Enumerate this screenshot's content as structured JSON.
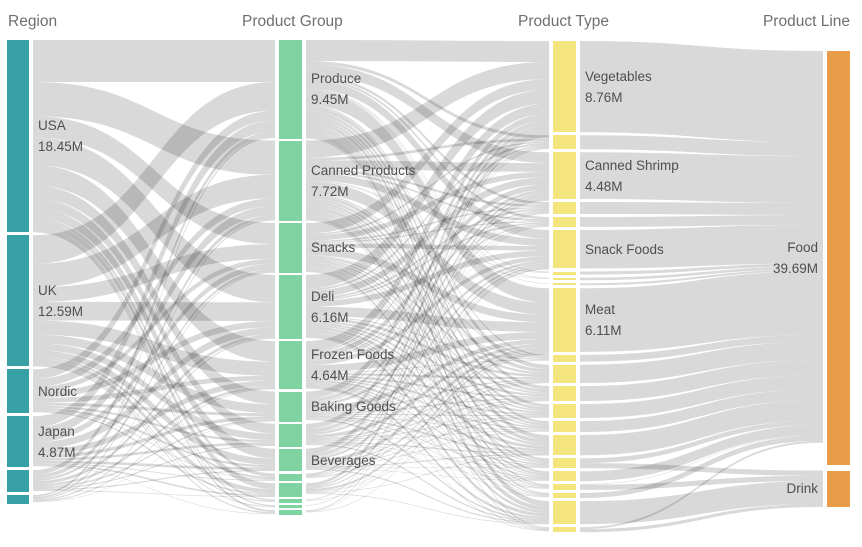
{
  "chart_data": {
    "type": "sankey",
    "unit": "M",
    "columns": [
      {
        "title": "Region",
        "nodes": [
          {
            "label": "USA",
            "value": 18.45,
            "value_label": "18.45M"
          },
          {
            "label": "UK",
            "value": 12.59,
            "value_label": "12.59M"
          },
          {
            "label": "Nordic",
            "value": 4.21
          },
          {
            "label": "Japan",
            "value": 4.87,
            "value_label": "4.87M"
          },
          {
            "label": "",
            "value": 2.1
          },
          {
            "label": "",
            "value": 0.85
          }
        ]
      },
      {
        "title": "Product Group",
        "nodes": [
          {
            "label": "Produce",
            "value": 9.45,
            "value_label": "9.45M"
          },
          {
            "label": "Canned Products",
            "value": 7.72,
            "value_label": "7.72M"
          },
          {
            "label": "Snacks",
            "value": 4.8
          },
          {
            "label": "Deli",
            "value": 6.16,
            "value_label": "6.16M"
          },
          {
            "label": "Frozen Foods",
            "value": 4.64,
            "value_label": "4.64M"
          },
          {
            "label": "Baking Goods",
            "value": 2.9
          },
          {
            "label": "",
            "value": 2.2
          },
          {
            "label": "Beverages",
            "value": 2.2
          },
          {
            "label": "",
            "value": 0.75
          },
          {
            "label": "",
            "value": 1.35
          },
          {
            "label": "",
            "value": 0.35
          },
          {
            "label": "",
            "value": 0.3
          },
          {
            "label": "",
            "value": 0.45
          }
        ]
      },
      {
        "title": "Product Type",
        "nodes": [
          {
            "label": "Vegetables",
            "value": 8.76,
            "value_label": "8.76M"
          },
          {
            "label": "",
            "value": 1.35
          },
          {
            "label": "Canned Shrimp",
            "value": 4.48,
            "value_label": "4.48M"
          },
          {
            "label": "",
            "value": 1.15
          },
          {
            "label": "",
            "value": 0.95
          },
          {
            "label": "Snack Foods",
            "value": 3.7
          },
          {
            "label": "",
            "value": 0.3
          },
          {
            "label": "",
            "value": 0.25
          },
          {
            "label": "",
            "value": 0.2
          },
          {
            "label": "Meat",
            "value": 6.11,
            "value_label": "6.11M"
          },
          {
            "label": "",
            "value": 0.65
          },
          {
            "label": "",
            "value": 1.75
          },
          {
            "label": "",
            "value": 1.45
          },
          {
            "label": "",
            "value": 1.35
          },
          {
            "label": "",
            "value": 1.05
          },
          {
            "label": "",
            "value": 1.95
          },
          {
            "label": "",
            "value": 0.95
          },
          {
            "label": "",
            "value": 0.95
          },
          {
            "label": "",
            "value": 0.55
          },
          {
            "label": "",
            "value": 0.5
          },
          {
            "label": "",
            "value": 2.2
          },
          {
            "label": "",
            "value": 0.5
          }
        ]
      },
      {
        "title": "Product Line",
        "nodes": [
          {
            "label": "Food",
            "value": 39.69,
            "value_label": "39.69M"
          },
          {
            "label": "Drink",
            "value": 3.5
          }
        ]
      }
    ],
    "links": {
      "stage_0_1": "proportional-estimate",
      "stage_1_2": "proportional-estimate",
      "stage_2_3": [
        [
          0,
          0,
          8.76
        ],
        [
          1,
          0,
          1.35
        ],
        [
          2,
          0,
          4.48
        ],
        [
          3,
          0,
          1.15
        ],
        [
          4,
          0,
          0.95
        ],
        [
          5,
          0,
          3.7
        ],
        [
          6,
          0,
          0.3
        ],
        [
          7,
          0,
          0.25
        ],
        [
          8,
          0,
          0.2
        ],
        [
          9,
          0,
          6.11
        ],
        [
          10,
          0,
          0.65
        ],
        [
          11,
          0,
          1.75
        ],
        [
          12,
          0,
          1.45
        ],
        [
          13,
          0,
          1.35
        ],
        [
          14,
          0,
          1.05
        ],
        [
          15,
          0,
          1.95
        ],
        [
          16,
          0,
          0.45
        ],
        [
          16,
          1,
          0.5
        ],
        [
          17,
          0,
          0.95
        ],
        [
          18,
          0,
          0.05
        ],
        [
          18,
          1,
          0.5
        ],
        [
          19,
          0,
          0.5
        ],
        [
          20,
          1,
          2.2
        ],
        [
          21,
          0,
          0.2
        ],
        [
          21,
          1,
          0.3
        ]
      ]
    },
    "colors": {
      "region": "#36a0a4",
      "product_group": "#7fd3a1",
      "product_type": "#f5e57f",
      "product_line": "#e99d48",
      "flow": "#000000",
      "label_text": "#4f4f4f",
      "title_text": "#6f6f6f"
    }
  }
}
